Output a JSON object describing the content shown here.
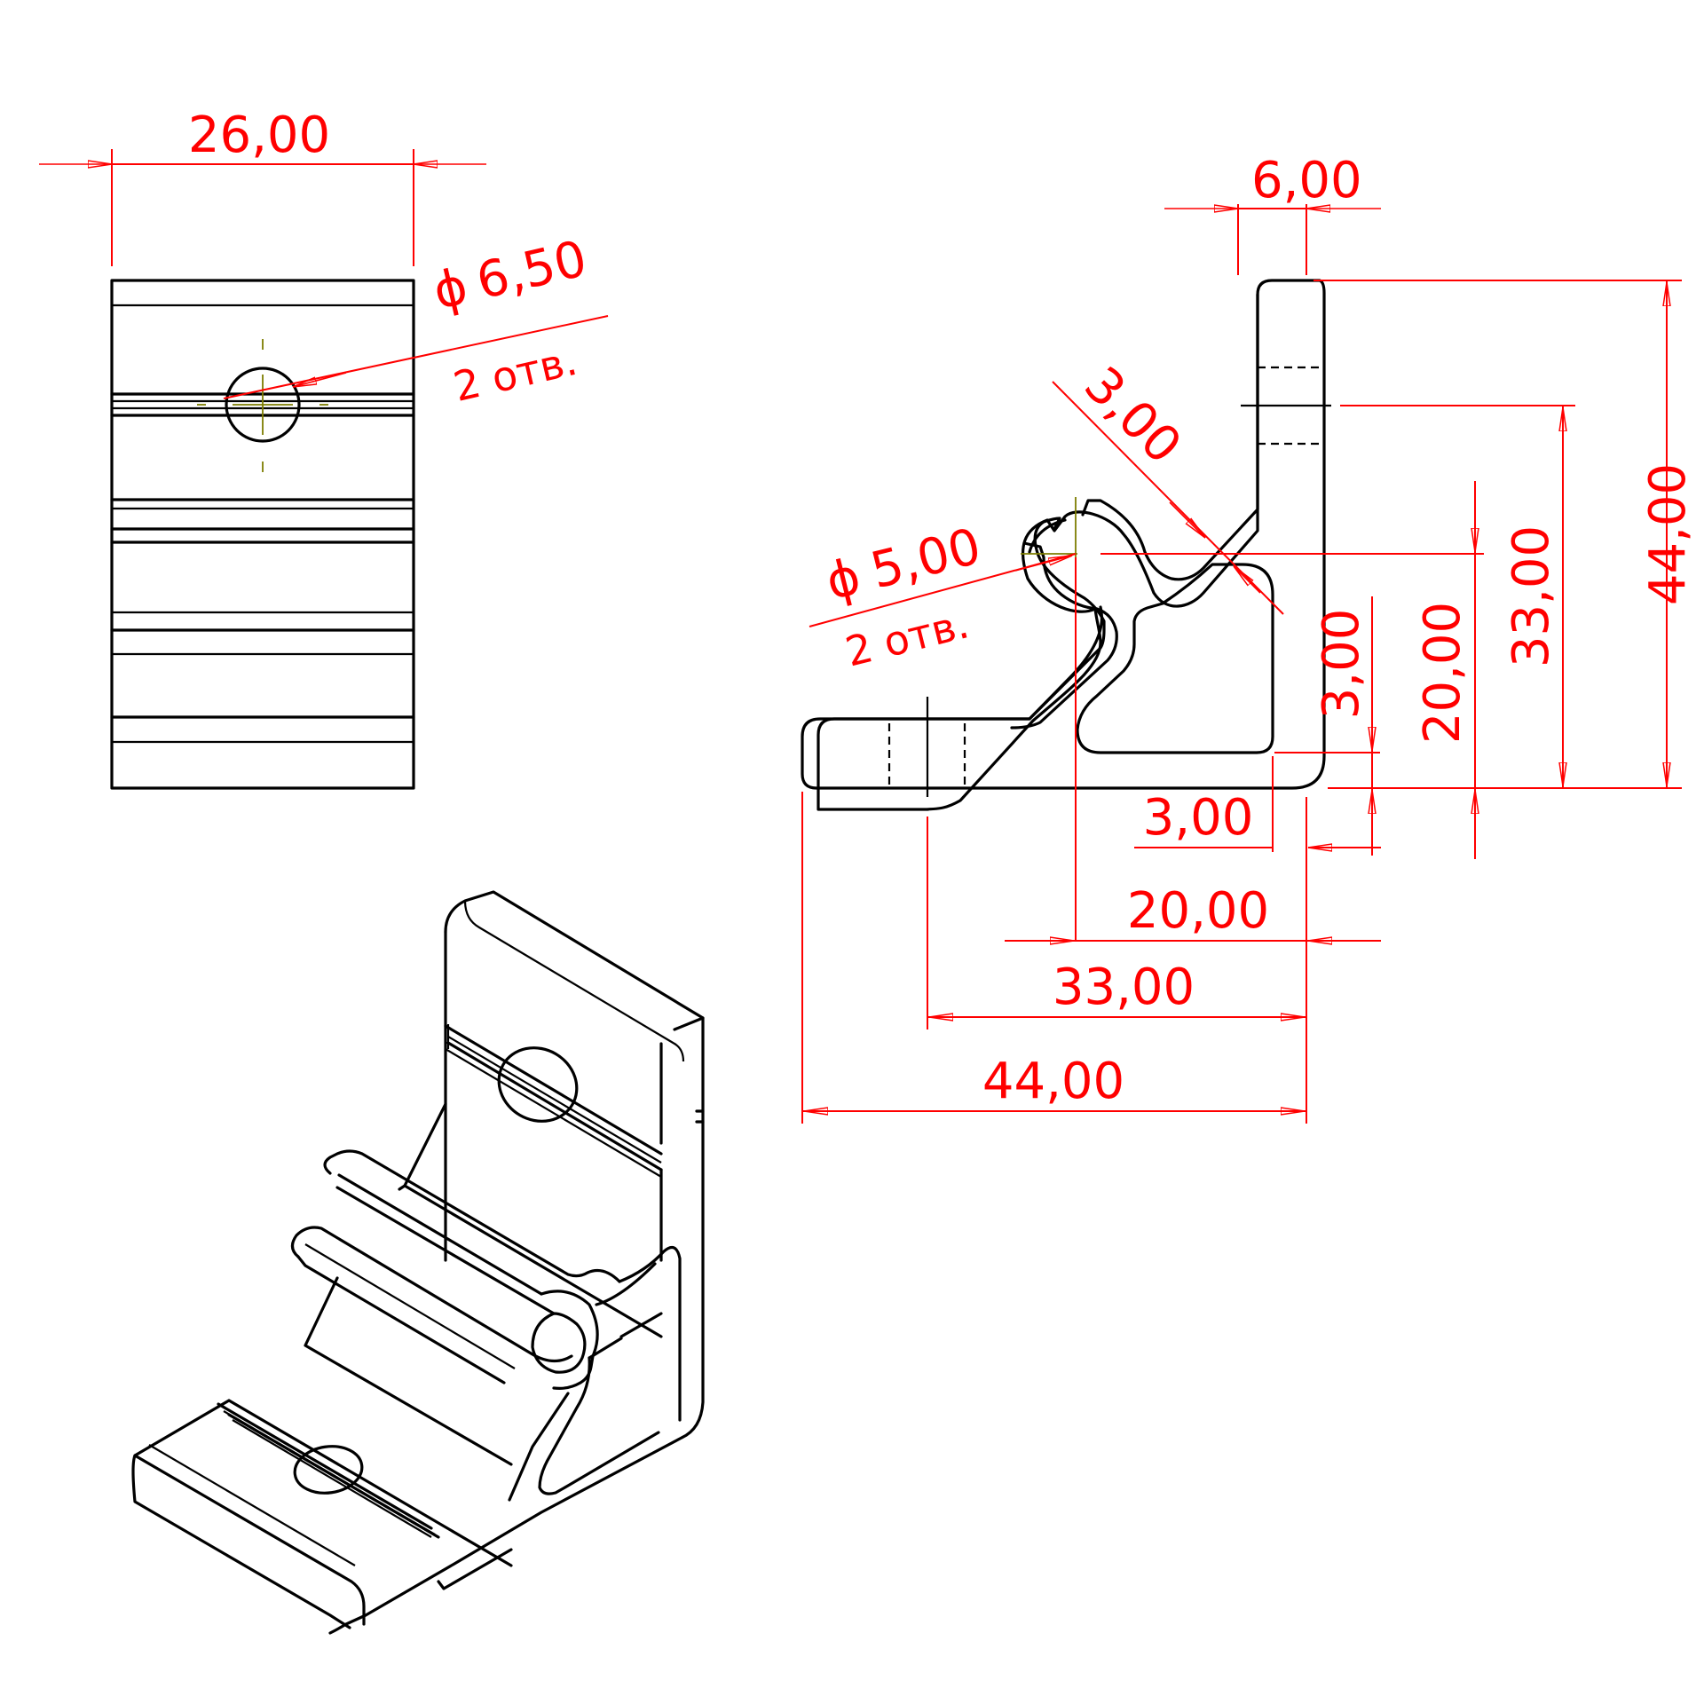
{
  "front_view": {
    "width_dim": "26,00",
    "hole_dim": "6,50",
    "hole_note": "2 отв."
  },
  "side_view": {
    "flange_thickness_dim": "6,00",
    "fillet_dim": "3,00",
    "slot_hole_dim": "5,00",
    "slot_hole_note": "2 отв.",
    "inner_vertical_dim": "3,00",
    "vertical_dim_20": "20,00",
    "vertical_dim_33": "33,00",
    "vertical_dim_44": "44,00",
    "inner_horizontal_dim": "3,00",
    "horizontal_dim_20": "20,00",
    "horizontal_dim_33": "33,00",
    "horizontal_dim_44": "44,00"
  },
  "symbols": {
    "diameter_symbol": "ϕ"
  }
}
